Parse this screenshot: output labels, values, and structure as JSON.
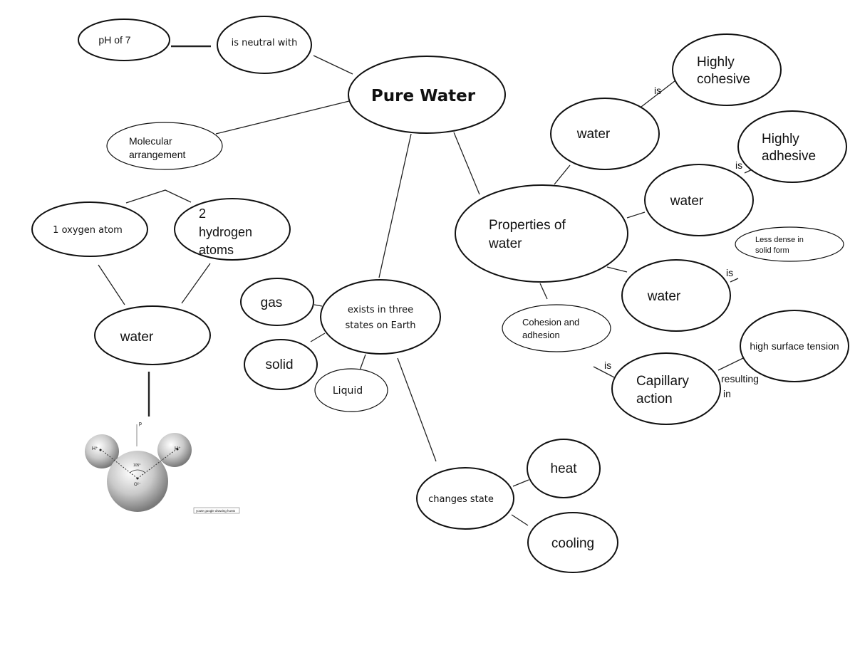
{
  "title": "Pure Water",
  "nodes": {
    "ph7": "pH of 7",
    "neutral": "is neutral with",
    "molecular": [
      "Molecular",
      "arrangement"
    ],
    "oxygen": "1 oxygen atom",
    "hydrogen": [
      "2",
      "hydrogen",
      "atoms"
    ],
    "water_left": "water",
    "gas": "gas",
    "solid": "solid",
    "liquid": "Liquid",
    "states": [
      "exists in three",
      "states on Earth"
    ],
    "changes": "changes state",
    "heat": "heat",
    "cooling": "cooling",
    "properties": [
      "Properties of",
      "water"
    ],
    "cohesion": [
      "Cohesion and",
      "adhesion"
    ],
    "water_r1": "water",
    "water_r2": "water",
    "water_r3": "water",
    "cohesive": [
      "Highly",
      "cohesive"
    ],
    "adhesive": [
      "Highly",
      "adhesive"
    ],
    "less_dense": [
      "Less dense in",
      "solid form"
    ],
    "capillary": [
      "Capillary",
      "action"
    ],
    "surface": "high surface tension"
  },
  "edge_labels": {
    "is1": "is",
    "is2": "is",
    "is3": "is",
    "is4": "is",
    "resulting": [
      "resulting",
      "in"
    ]
  },
  "molecule": {
    "h_left": "H⁺",
    "h_right": "H⁺",
    "o": "O²⁻",
    "angle": "105°",
    "delta": "p",
    "caption": "youte google drawing hunts"
  }
}
